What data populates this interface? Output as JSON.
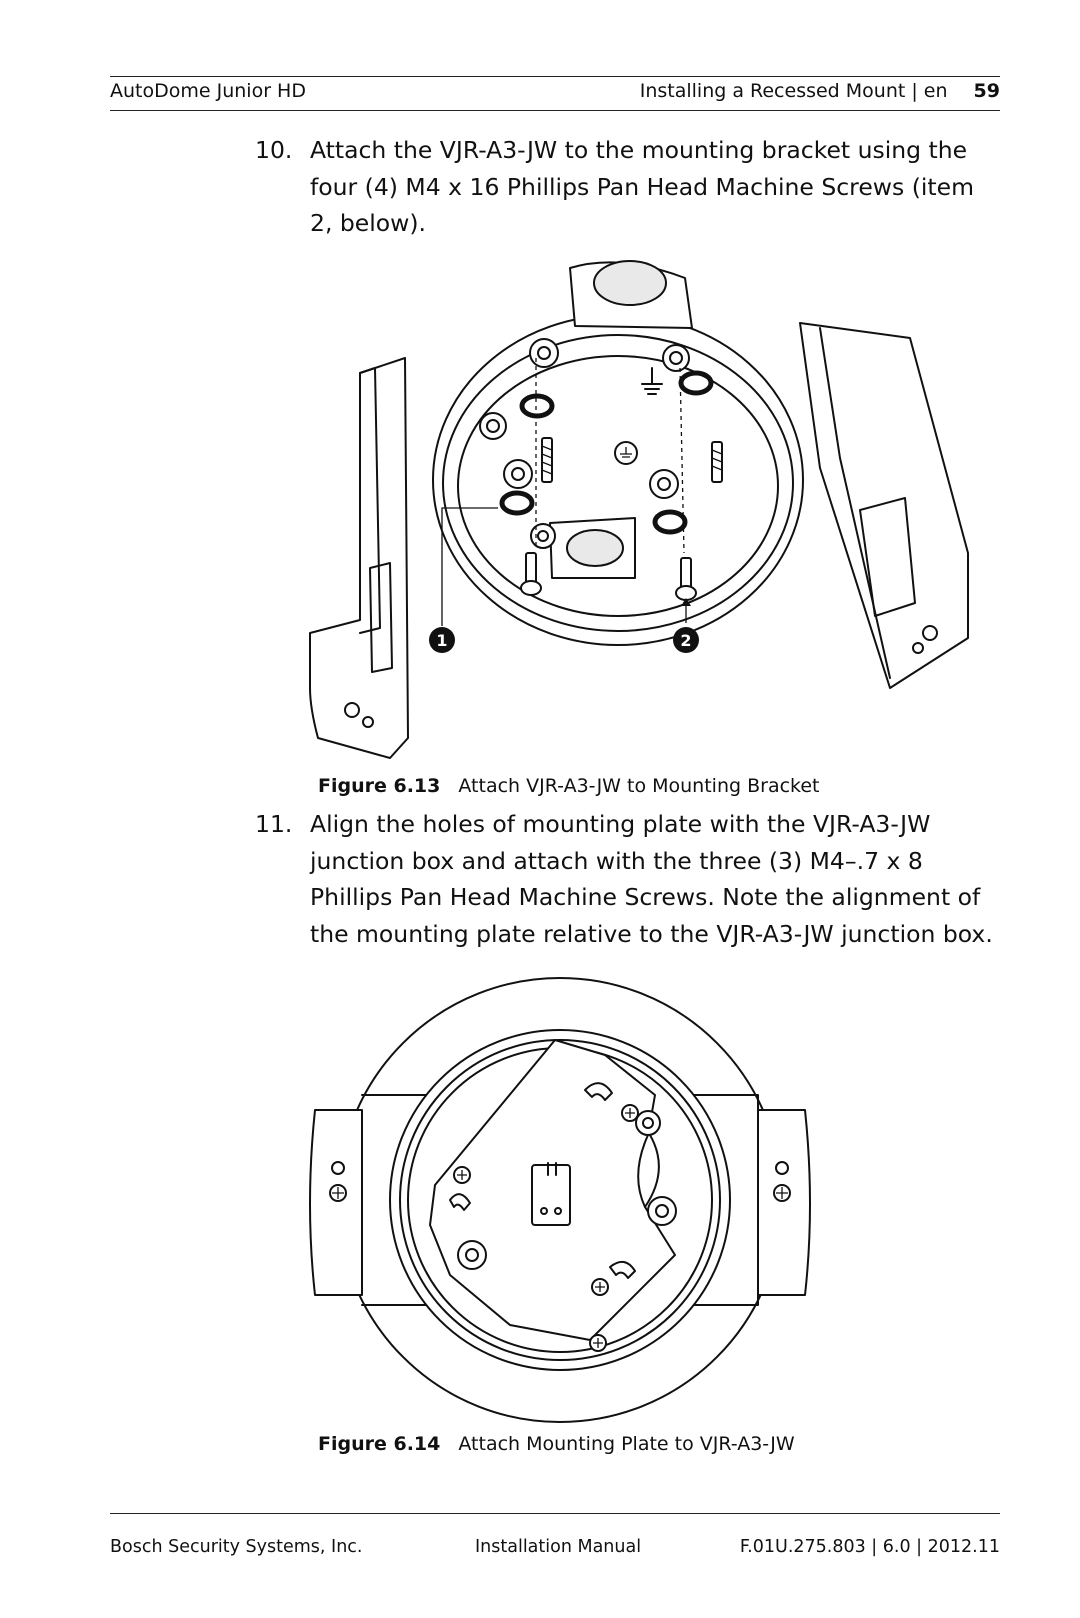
{
  "header": {
    "title": "AutoDome Junior HD",
    "section": "Installing a Recessed Mount | en",
    "page_number": "59"
  },
  "steps": [
    {
      "number": "10.",
      "text": "Attach the VJR-A3-JW to the mounting bracket using the four (4) M4 x 16 Phillips Pan Head Machine Screws (item 2, below)."
    },
    {
      "number": "11.",
      "text": "Align the holes of mounting plate with the VJR-A3-JW junction box and attach with the three (3) M4–.7 x 8 Phillips Pan Head Machine Screws. Note the alignment of the mounting plate relative to the VJR-A3-JW junction box."
    }
  ],
  "figures": [
    {
      "label": "Figure  6.13",
      "caption": "Attach VJR-A3-JW to Mounting Bracket",
      "callouts": [
        "1",
        "2"
      ]
    },
    {
      "label": "Figure  6.14",
      "caption": "Attach Mounting Plate to VJR-A3-JW"
    }
  ],
  "footer": {
    "company": "Bosch Security Systems, Inc.",
    "doc_type": "Installation Manual",
    "doc_id": "F.01U.275.803 | 6.0 | 2012.11"
  }
}
